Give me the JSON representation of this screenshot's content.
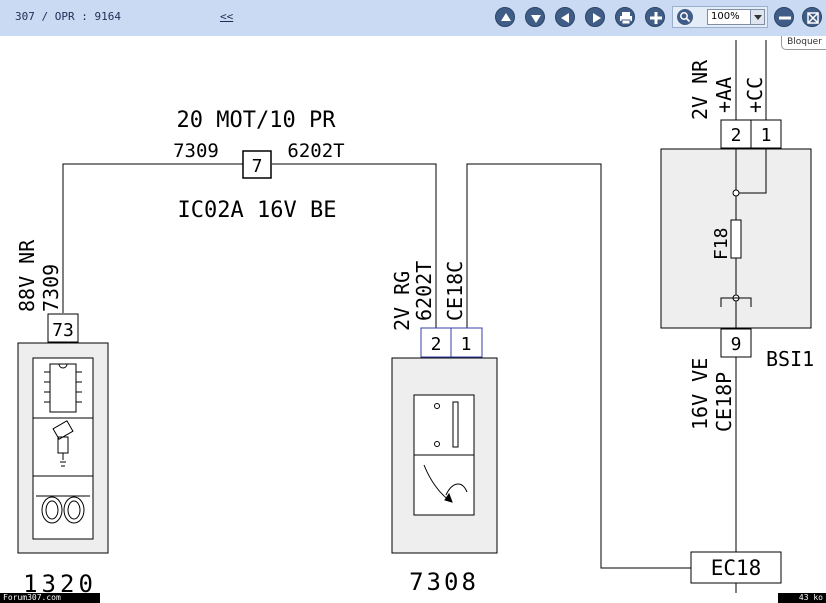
{
  "header": {
    "title": "307 / OPR : 9164",
    "back_link": "<<",
    "zoom_value": "100%"
  },
  "toolbar": {
    "buttons": [
      "up-icon",
      "down-icon",
      "left-icon",
      "right-icon",
      "print-icon",
      "plus-icon",
      "zoom-icon",
      "minus-icon",
      "close-icon"
    ]
  },
  "bloquer_label": "Bloquer",
  "diagram": {
    "connection_heading": "20 MOT/10 PR",
    "wire_left": "7309",
    "wire_right": "6202T",
    "connector_num": "7",
    "connector_label": "IC02A 16V BE",
    "comp1320": {
      "pin": "73",
      "wire_label_1": "88V NR",
      "wire_label_2": "7309",
      "name": "1320"
    },
    "comp7308": {
      "pin_2": "2",
      "pin_1": "1",
      "wire_label_a": "2V RG",
      "wire_label_b": "6202T",
      "wire_label_c": "CE18C",
      "name": "7308"
    },
    "bsi": {
      "pin_2": "2",
      "pin_1": "1",
      "pin_9": "9",
      "top_label_a": "2V NR",
      "top_label_b": "+AA",
      "top_label_c": "+CC",
      "fuse": "F18",
      "name": "BSI1",
      "bottom_label_a": "16V VE",
      "bottom_label_b": "CE18P"
    },
    "ec18": "EC18"
  },
  "footer": {
    "left": "Forum307.com",
    "right": "43 ko"
  },
  "colors": {
    "toolbar_bg": "#c9daf2",
    "button": "#3f5d86",
    "connector_blue": "#3540a8"
  }
}
